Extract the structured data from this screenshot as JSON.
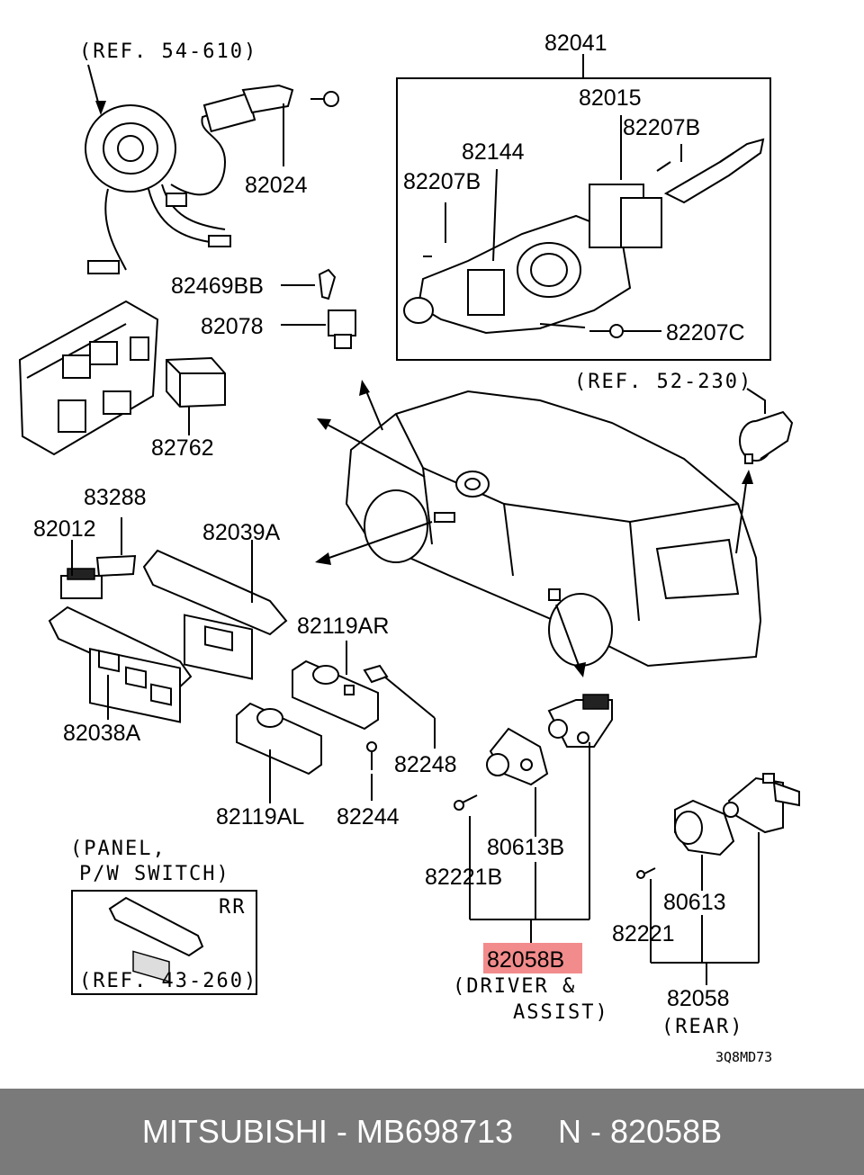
{
  "labels": {
    "ref_54_610": "(REF. 54-610)",
    "p82024": "82024",
    "p82041": "82041",
    "p82015": "82015",
    "p82207B_a": "82207B",
    "p82144": "82144",
    "p82207B_b": "82207B",
    "p82207C": "82207C",
    "p82469BB": "82469BB",
    "p82078": "82078",
    "p82762": "82762",
    "ref_52_230": "(REF. 52-230)",
    "p83288": "83288",
    "p82012": "82012",
    "p82039A": "82039A",
    "p82119AR": "82119AR",
    "p82038A": "82038A",
    "p82248": "82248",
    "p82119AL": "82119AL",
    "p82244": "82244",
    "panel_line1": "(PANEL,",
    "panel_line2": "P/W SWITCH)",
    "panel_rr": "RR",
    "ref_43_260": "(REF. 43-260)",
    "p82221B": "82221B",
    "p80613B": "80613B",
    "p82058B": "82058B",
    "driver_line1": "(DRIVER &",
    "driver_line2": "ASSIST)",
    "p80613": "80613",
    "p82221": "82221",
    "p82058": "82058",
    "rear": "(REAR)",
    "diagram_code": "3Q8MD73"
  },
  "highlight_color": "#f28b8b",
  "footer": {
    "brand": "MITSUBISHI - MB698713",
    "part": "N - 82058B"
  }
}
